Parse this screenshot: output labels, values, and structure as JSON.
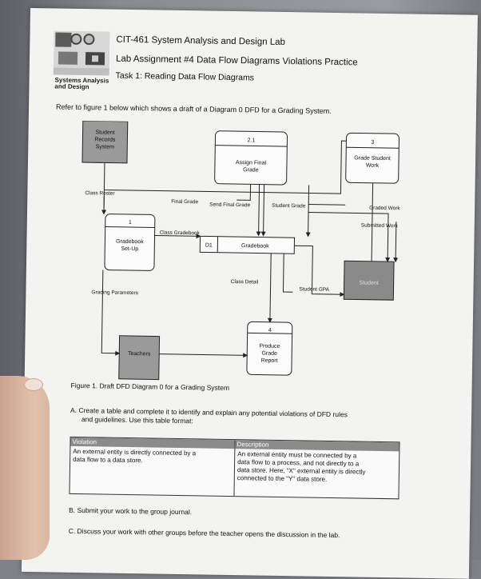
{
  "header": {
    "title": "CIT-461 System Analysis and Design Lab",
    "assignment": "Lab Assignment #4 Data Flow Diagrams Violations Practice",
    "task": "Task 1: Reading Data Flow Diagrams",
    "logo_caption_line1": "Systems Analysis",
    "logo_caption_line2": "and Design"
  },
  "intro": "Refer to figure 1 below which shows a draft of a Diagram 0 DFD for a Grading System.",
  "diagram": {
    "ext_student_records": [
      "Student",
      "Records",
      "System"
    ],
    "proc_21_id": "2.1",
    "proc_21_label": [
      "Assign Final",
      "Grade"
    ],
    "proc_3_id": "3",
    "proc_3_label": [
      "Grade Student",
      "Work"
    ],
    "flow_class_roster": "Class Roster",
    "flow_final_grade": "Final Grade",
    "flow_send_final_grade": "Send Final Grade",
    "flow_student_grade": "Student Grade",
    "flow_graded_work": "Graded Work",
    "flow_submitted_work": "Submitted Work",
    "proc_1_id": "1",
    "proc_1_label": [
      "Gradebook",
      "Set-Up"
    ],
    "flow_class_gradebook": "Class Gradebook",
    "store_id": "D1",
    "store_name": "Gradebook",
    "flow_class_detail": "Class Detail",
    "flow_student_gpa": "Student GPA",
    "ext_student": "Student",
    "flow_grading_parameters": "Grading Parameters",
    "proc_4_id": "4",
    "proc_4_label": [
      "Produce",
      "Grade",
      "Report"
    ],
    "ext_teachers": "Teachers"
  },
  "figure_caption": "Figure 1. Draft DFD Diagram 0 for a Grading System",
  "question_a": {
    "line1": "A.  Create a table and complete it to identify and explain any potential violations of DFD rules",
    "line2": "and guidelines. Use this table format:"
  },
  "table": {
    "col1_header": "Violation",
    "col2_header": "Description",
    "col1_text": [
      "An external entity is directly connected by a",
      "data flow to a data store."
    ],
    "col2_text": [
      "An external entity must be connected by a",
      "data flow to a process, and not directly to a",
      "data store. Here, \"X\" external entity is directly",
      "connected to the \"Y\" data store."
    ]
  },
  "question_b": "B.  Submit your work to the group journal.",
  "question_c": "C.  Discuss your work with other groups before the teacher opens the discussion in the lab."
}
